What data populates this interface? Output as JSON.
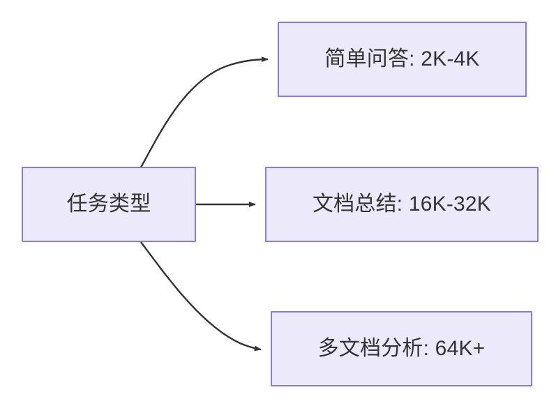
{
  "diagram": {
    "type": "flowchart",
    "direction": "left-to-right",
    "background_color": "#ffffff",
    "node_fill_color": "#ebe9fa",
    "node_border_color": "#8a7bd6",
    "node_text_color": "#333333",
    "edge_color": "#333333",
    "nodes": [
      {
        "id": "root",
        "label": "任务类型"
      },
      {
        "id": "simple-qa",
        "label": "简单问答: 2K-4K"
      },
      {
        "id": "doc-summary",
        "label": "文档总结: 16K-32K"
      },
      {
        "id": "multi-doc",
        "label": "多文档分析: 64K+"
      }
    ],
    "edges": [
      {
        "from": "root",
        "to": "simple-qa",
        "style": "curved",
        "arrow": "arrowhead",
        "label": ""
      },
      {
        "from": "root",
        "to": "doc-summary",
        "style": "straight",
        "arrow": "arrowhead",
        "label": ""
      },
      {
        "from": "root",
        "to": "multi-doc",
        "style": "curved",
        "arrow": "arrowhead",
        "label": ""
      }
    ]
  }
}
